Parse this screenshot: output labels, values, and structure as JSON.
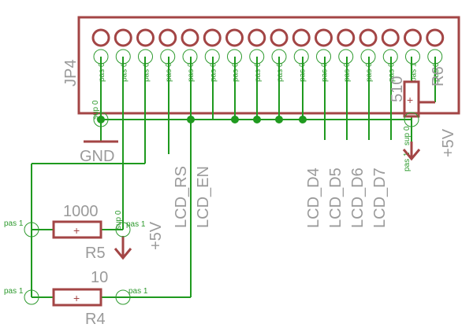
{
  "header": {
    "connector_name": "JP4"
  },
  "header_pins": [
    "pas 0",
    "pas 0",
    "pas 0",
    "pas 0",
    "pas 0",
    "pas 0",
    "pas 0",
    "pas 0",
    "pas 0",
    "pas 0",
    "pas 0",
    "pas 0",
    "pas 0",
    "pas 0",
    "pas 1",
    "pas 0"
  ],
  "nets": {
    "gnd": "GND",
    "lcd_rs": "LCD_RS",
    "lcd_en": "LCD_EN",
    "lcd_d4": "LCD_D4",
    "lcd_d5": "LCD_D5",
    "lcd_d6": "LCD_D6",
    "lcd_d7": "LCD_D7",
    "vcc_right": "+5V",
    "vcc_middle": "+5V"
  },
  "pins": {
    "sup0": "sup 0",
    "pas1": "pas 1"
  },
  "trimmer": {
    "value": "510",
    "name": "R6"
  },
  "r5": {
    "value": "1000",
    "name": "R5"
  },
  "r4": {
    "value": "10",
    "name": "R4"
  },
  "colors": {
    "wire": "#1f9a1f",
    "part": "#a34545",
    "label": "#9a9a9a",
    "pin_text": "#2e9a2e",
    "background": "#ffffff"
  }
}
